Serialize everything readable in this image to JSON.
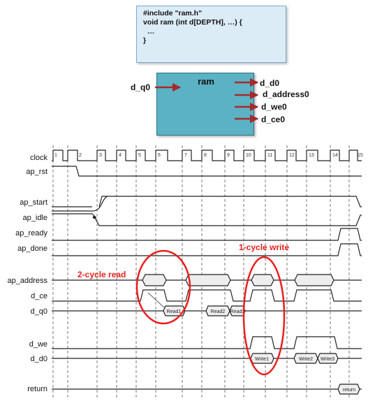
{
  "code": {
    "lines": [
      "#include \"ram.h\"",
      "void ram (int d[DEPTH], …) {",
      "  …",
      "}"
    ]
  },
  "block": {
    "title": "ram",
    "input": "d_q0",
    "outputs": [
      "d_d0",
      "d_address0",
      "d_we0",
      "d_ce0"
    ]
  },
  "timing": {
    "signals": [
      "clock",
      "ap_rst",
      "ap_start",
      "ap_idle",
      "ap_ready",
      "ap_done",
      "ap_address",
      "d_ce",
      "d_q0",
      "d_we",
      "d_d0",
      "return"
    ],
    "cycles": [
      "1",
      "2",
      "3",
      "4",
      "5",
      "6",
      "7",
      "8",
      "9",
      "10",
      "11",
      "12",
      "13",
      "14",
      "15"
    ],
    "bus_values": {
      "d_q0": [
        "Read1",
        "Read2",
        "Read3"
      ],
      "d_d0": [
        "Write1",
        "Write2",
        "Write3"
      ],
      "return": [
        "return"
      ]
    }
  },
  "annotations": {
    "read": "2-cycle read",
    "write": "1-cycle write"
  },
  "colors": {
    "annotation": "#e8201e",
    "ram_block": "#5bb2c4",
    "code_box": "#dcecf7",
    "arrow": "#a52a2a",
    "bus_fill": "#eeeeee"
  }
}
